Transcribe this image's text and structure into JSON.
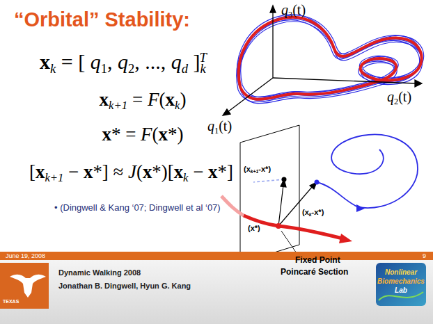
{
  "diagram": {
    "title": "“Orbital” Stability:",
    "labels": [
      "x",
      "k",
      " = [ ",
      "q",
      "1",
      ", ",
      "q",
      "2",
      ", ..., ",
      "q",
      "d",
      " ]",
      "k",
      "T",
      "x",
      "k+1",
      " = ",
      "F",
      "(",
      "x",
      "k",
      ")",
      "x",
      "*",
      " = ",
      "F",
      "(",
      "x",
      "*",
      ")",
      "[",
      "x",
      "k+1",
      " − ",
      "x",
      "*",
      "]",
      " ≈ ",
      "J",
      "(",
      "x",
      "*",
      ")",
      "[",
      "x",
      "k",
      " − ",
      "x",
      "*",
      "]",
      "• (Dingwell & Kang ‘07; Dingwell et al ‘07)",
      "q",
      "3",
      "(t)",
      "q",
      "1",
      "(t)",
      "q",
      "2",
      "(t)",
      "(x",
      "k+1",
      "-x*)",
      "(x*)",
      "(x",
      "k",
      "-x*)",
      "Fixed Point",
      "Poincaré Section",
      "June 19, 2008",
      "9",
      "Dynamic Walking 2008",
      "Jonathan B. Dingwell, Hyun G. Kang",
      "TEXAS",
      "Nonlinear",
      "Biomechanics",
      "Lab"
    ]
  }
}
